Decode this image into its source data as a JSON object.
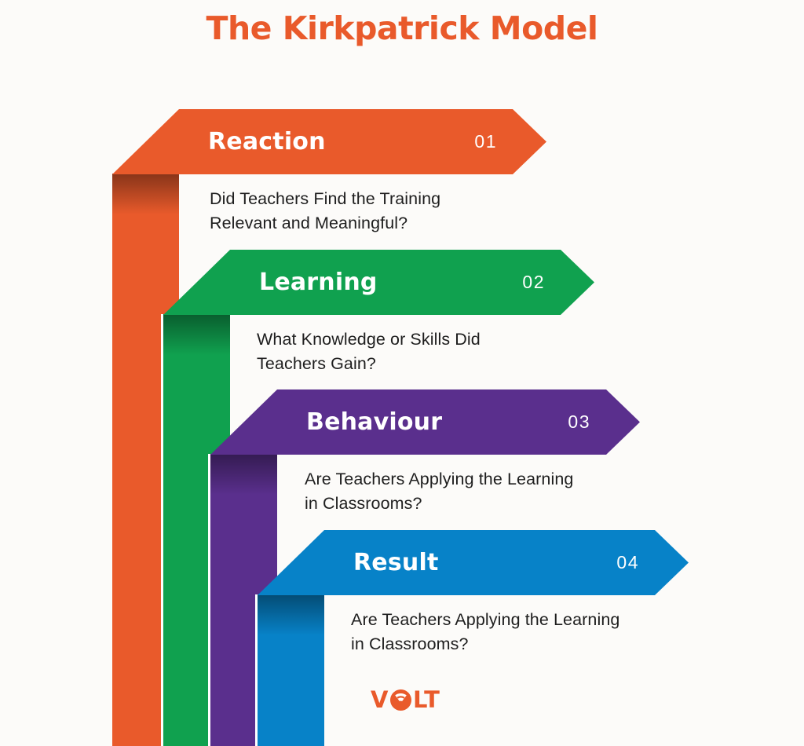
{
  "title": "The Kirkpatrick Model",
  "colors": {
    "brand_orange": "#E95A2B",
    "green": "#10A14F",
    "purple": "#5A2F8D",
    "blue": "#0782C8",
    "text": "#1E1E1E",
    "background": "#FCFBF9"
  },
  "levels": [
    {
      "name": "Reaction",
      "number": "01",
      "color": "#E95A2B",
      "description_lines": [
        "Did Teachers Find the Training",
        "Relevant and Meaningful?"
      ]
    },
    {
      "name": "Learning",
      "number": "02",
      "color": "#10A14F",
      "description_lines": [
        "What Knowledge or Skills Did",
        "Teachers Gain?"
      ]
    },
    {
      "name": "Behaviour",
      "number": "03",
      "color": "#5A2F8D",
      "description_lines": [
        "Are Teachers Applying the Learning",
        "in Classrooms?"
      ]
    },
    {
      "name": "Result",
      "number": "04",
      "color": "#0782C8",
      "description_lines": [
        "Are Teachers Applying the Learning",
        "in Classrooms?"
      ]
    }
  ],
  "logo": {
    "part_v": "V",
    "part_lt": "LT",
    "full_name": "VOLT",
    "color": "#E95A2B"
  }
}
